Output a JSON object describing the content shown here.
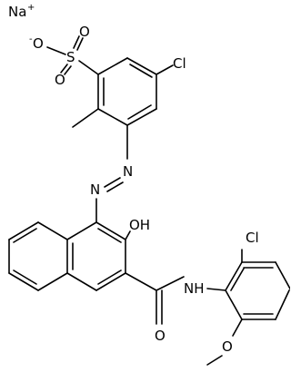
{
  "molecule": {
    "counterion": {
      "symbol": "Na",
      "charge": "+"
    },
    "labels": {
      "sulfonate_o_minus": "O",
      "sulfonate_charge": "-",
      "sulfonate_o_top": "O",
      "sulfonate_o_bottom": "O",
      "sulfur": "S",
      "chloro_top": "Cl",
      "azo_n_upper": "N",
      "azo_n_lower": "N",
      "hydroxyl": "OH",
      "amide_nh": "NH",
      "amide_o": "O",
      "chloro_right": "Cl",
      "methoxy_o": "O"
    },
    "colors": {
      "bond": "#000000",
      "text": "#000000",
      "background": "#ffffff"
    }
  }
}
